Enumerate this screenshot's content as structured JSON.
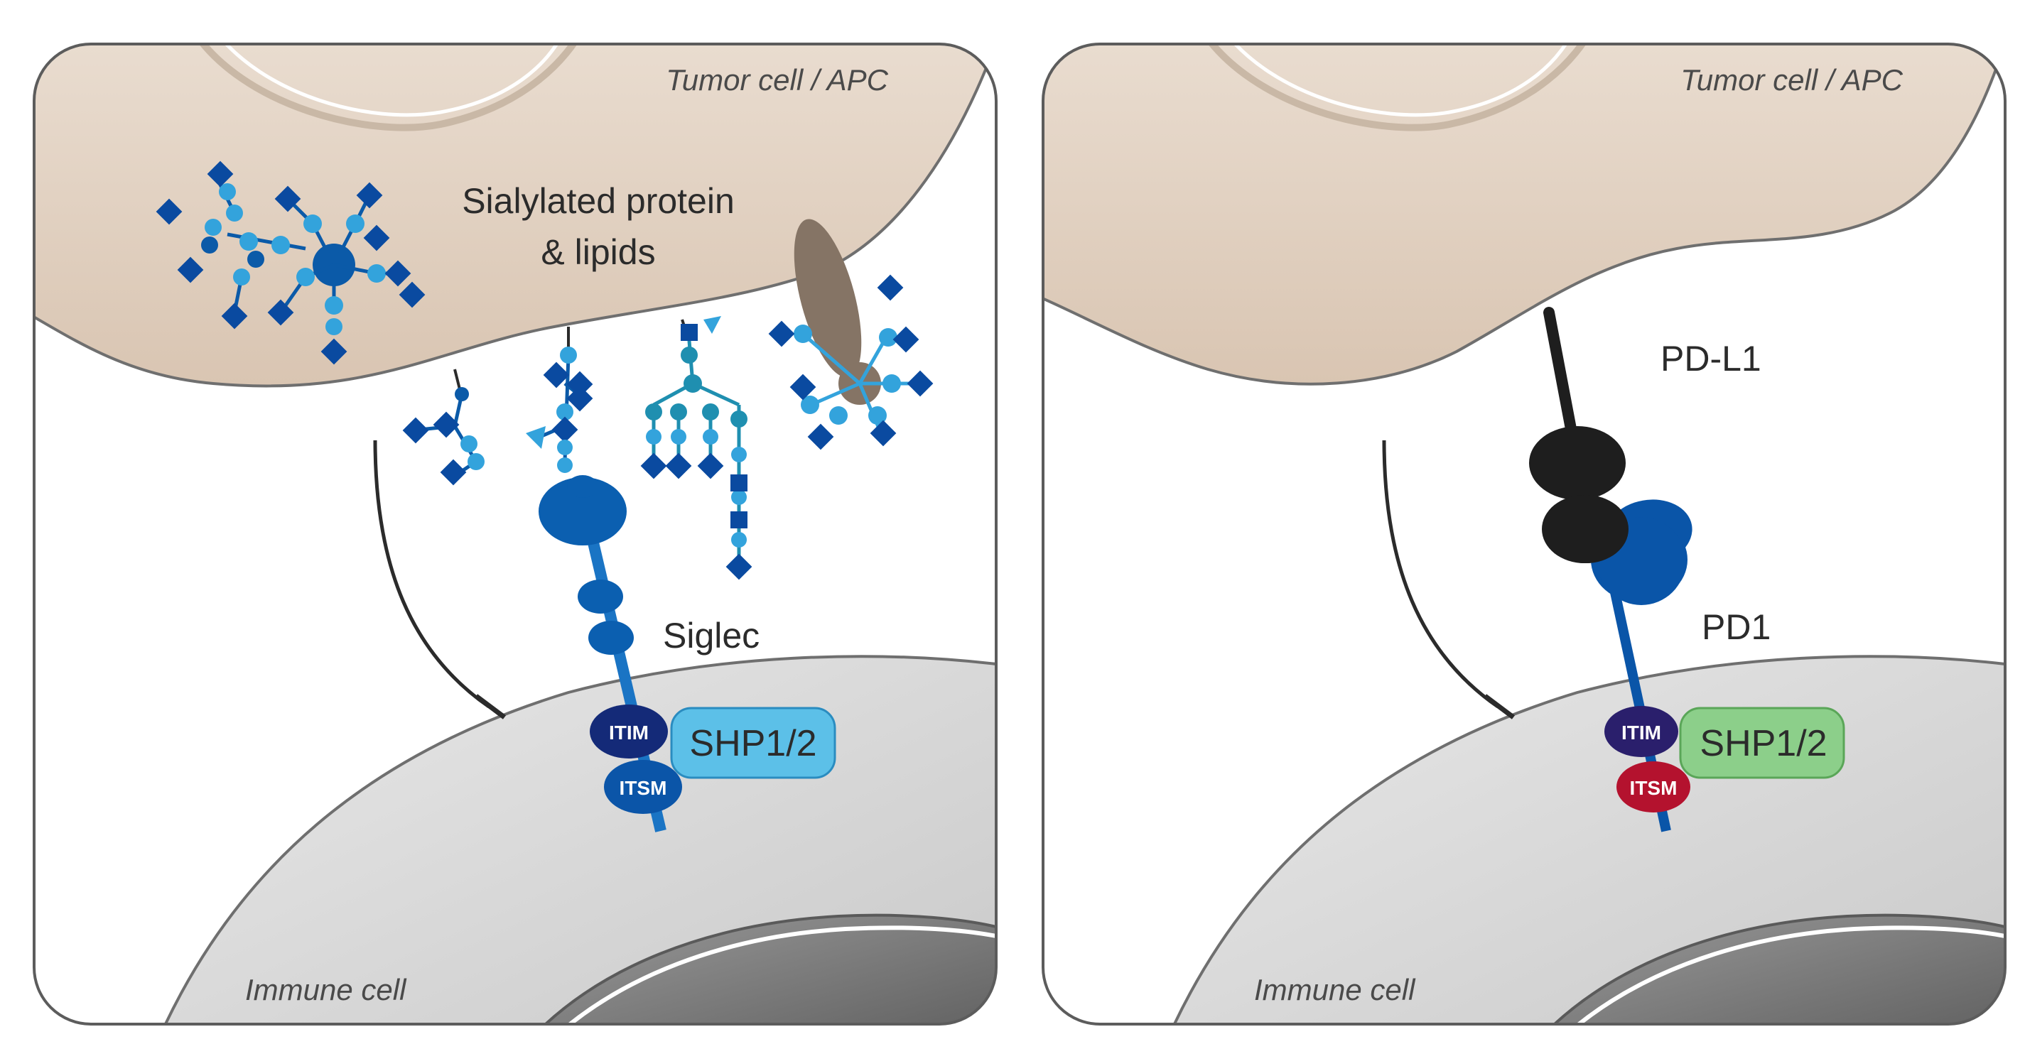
{
  "panels": [
    {
      "tumor_label": "Tumor cell / APC",
      "immune_label": "Immune cell",
      "glyco_label_line1": "Sialylated protein",
      "glyco_label_line2": "& lipids",
      "receptor_label": "Siglec",
      "motif_top": "ITIM",
      "motif_bottom": "ITSM",
      "phosphatase": "SHP1/2"
    },
    {
      "tumor_label": "Tumor cell / APC",
      "immune_label": "Immune cell",
      "ligand_label": "PD-L1",
      "receptor_label": "PD1",
      "motif_top": "ITIM",
      "motif_bottom": "ITSM",
      "phosphatase": "SHP1/2"
    }
  ],
  "colors": {
    "tumor_fill": "#e2d2c2",
    "immune_fill": "#dcdcdc",
    "nucleus_fill": "#7c7c7c",
    "siglec_blue": "#0b5fb0",
    "sugar_dark": "#0a4aa0",
    "sugar_light": "#33a3dc",
    "sugar_teal": "#1f8fb0",
    "lipid_brown": "#857465",
    "pdl1_black": "#1e1e1e",
    "pd1_blue": "#0a55a8",
    "itim_navy": "#142a78",
    "itim_purple": "#2a1f6c",
    "itsm_blue": "#0b55a8",
    "itsm_red": "#b4122e",
    "shp_blue": "#5cc0e8",
    "shp_green": "#8ccf8a"
  },
  "icons": [
    "inhibition-arrow-icon",
    "glycan-tree-icon",
    "receptor-icon"
  ]
}
